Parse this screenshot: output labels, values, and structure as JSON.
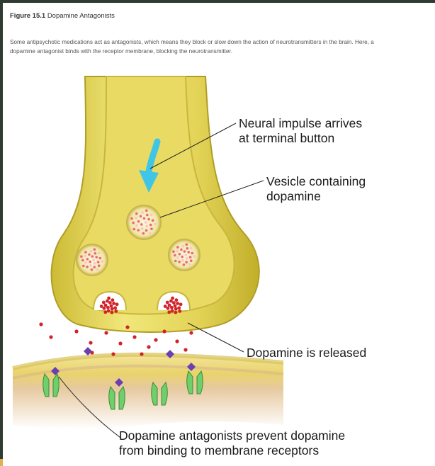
{
  "figure": {
    "number": "Figure 15.1",
    "title": "Dopamine Antagonists",
    "caption": "Some antipsychotic medications act as antagonists, which means they block or slow down the action of neurotransmitters in the brain. Here, a dopamine antagonist binds with the receptor membrane, blocking the neurotransmitter."
  },
  "labels": {
    "impulse": [
      "Neural impulse arrives",
      "at terminal button"
    ],
    "vesicle": [
      "Vesicle containing",
      "dopamine"
    ],
    "released": [
      "Dopamine is released"
    ],
    "antagonists": [
      "Dopamine antagonists prevent dopamine",
      "from binding to membrane receptors"
    ]
  },
  "colors": {
    "neuron_fill": "#e6d860",
    "neuron_edge": "#b8a72a",
    "impulse_arrow": "#3fc6e6",
    "dopamine": "#d2232a",
    "antagonist": "#6b3fb0",
    "receptor": "#6fcf6a",
    "membrane": "#e3c9a6"
  }
}
